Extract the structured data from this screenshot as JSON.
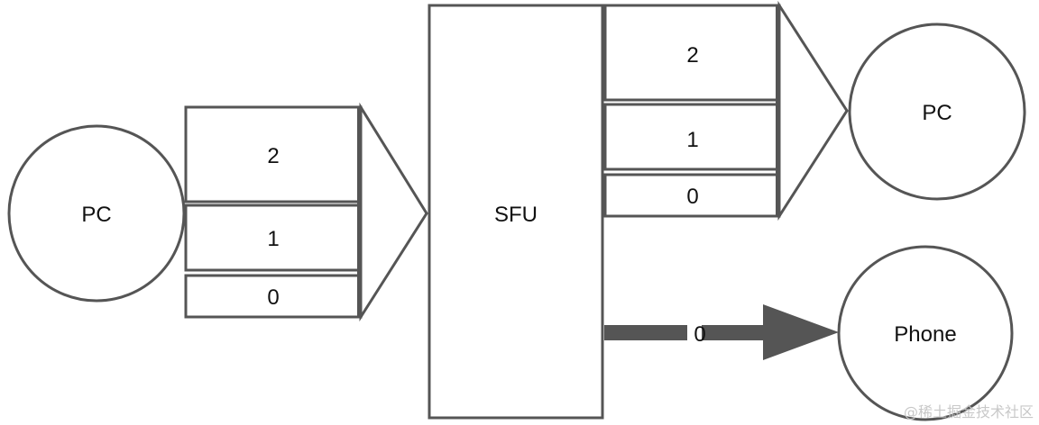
{
  "diagram": {
    "colors": {
      "stroke": "#555555",
      "fill": "#ffffff",
      "text": "#111111",
      "arrow": "#555555",
      "watermark": "#c8c8c8"
    },
    "sender": {
      "label": "PC",
      "layers": [
        "2",
        "1",
        "0"
      ]
    },
    "server": {
      "label": "SFU"
    },
    "receiver_pc": {
      "label": "PC",
      "layers": [
        "2",
        "1",
        "0"
      ]
    },
    "receiver_phone": {
      "label": "Phone",
      "layer": "0"
    },
    "watermark": "@稀土掘金技术社区"
  }
}
